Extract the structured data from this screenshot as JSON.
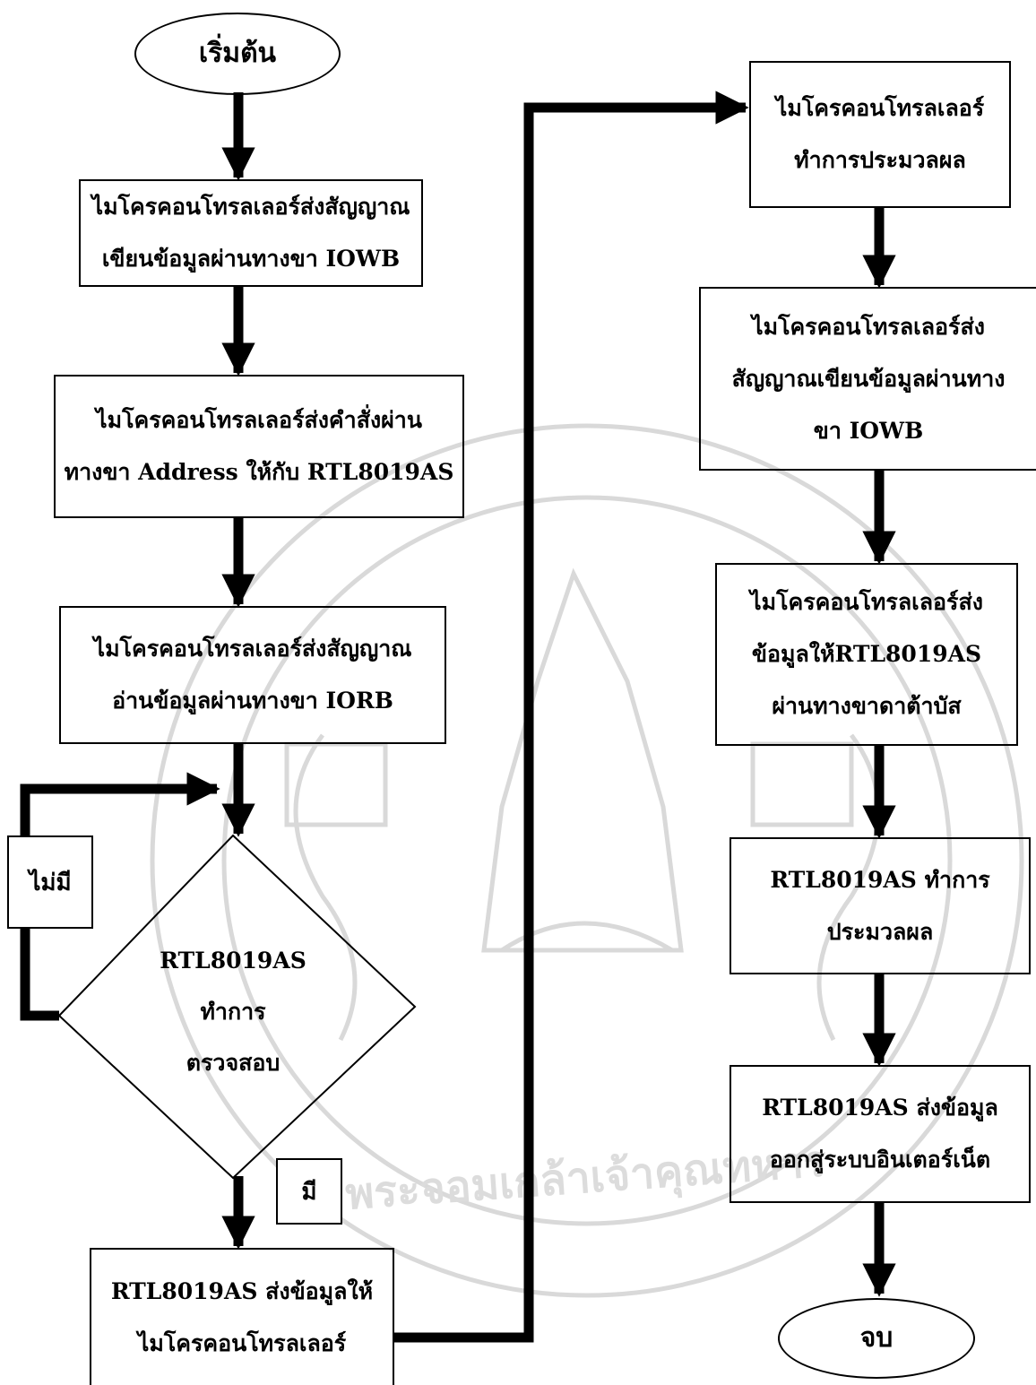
{
  "start": "เริ่มต้น",
  "end": "จบ",
  "steps": [
    [
      "ไมโครคอนโทรลเลอร์ส่งสัญญาณ",
      "เขียนข้อมูลผ่านทางขา IOWB"
    ],
    [
      "ไมโครคอนโทรลเลอร์ส่งคำสั่งผ่าน",
      "ทางขา Address ให้กับ RTL8019AS"
    ],
    [
      "ไมโครคอนโทรลเลอร์ส่งสัญญาณ",
      "อ่านข้อมูลผ่านทางขา IORB"
    ],
    [
      "RTL8019AS ส่งข้อมูลให้",
      "ไมโครคอนโทรลเลอร์"
    ],
    [
      "ไมโครคอนโทรลเลอร์",
      "ทำการประมวลผล"
    ],
    [
      "ไมโครคอนโทรลเลอร์ส่ง",
      "สัญญาณเขียนข้อมูลผ่านทาง",
      "ขา IOWB"
    ],
    [
      "ไมโครคอนโทรลเลอร์ส่ง",
      "ข้อมูลให้RTL8019AS",
      "ผ่านทางขาดาต้าบัส"
    ],
    [
      "RTL8019AS ทำการ",
      "ประมวลผล"
    ],
    [
      "RTL8019AS ส่งข้อมูล",
      "ออกสู่ระบบอินเตอร์เน็ต"
    ]
  ],
  "decision": [
    "RTL8019AS",
    "ทำการ",
    "ตรวจสอบ"
  ],
  "branch_no": "ไม่มี",
  "branch_yes": "มี",
  "watermark_text": "พระจอมเกล้าเจ้าคุณทหาร",
  "colors": {
    "line": "#000000",
    "watermark": "#d6d6d6"
  }
}
